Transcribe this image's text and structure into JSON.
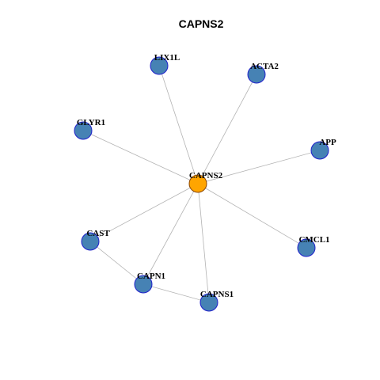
{
  "title": "CAPNS2",
  "colors": {
    "hub_fill": "#FFA500",
    "hub_stroke": "#8B4500",
    "node_fill": "#4682B4",
    "node_stroke": "#1f1fcc",
    "edge": "#b3b3b3"
  },
  "nodes": [
    {
      "id": "CAPNS2",
      "label": "CAPNS2",
      "hub": true
    },
    {
      "id": "LIX1L",
      "label": "LIX1L"
    },
    {
      "id": "ACTA2",
      "label": "ACTA2"
    },
    {
      "id": "GLYR1",
      "label": "GLYR1"
    },
    {
      "id": "APP",
      "label": "APP"
    },
    {
      "id": "CAST",
      "label": "CAST"
    },
    {
      "id": "CMCL1",
      "label": "CMCL1"
    },
    {
      "id": "CAPN1",
      "label": "CAPN1"
    },
    {
      "id": "CAPNS1",
      "label": "CAPNS1"
    }
  ],
  "edges": [
    [
      "CAPNS2",
      "LIX1L"
    ],
    [
      "CAPNS2",
      "ACTA2"
    ],
    [
      "CAPNS2",
      "GLYR1"
    ],
    [
      "CAPNS2",
      "APP"
    ],
    [
      "CAPNS2",
      "CAST"
    ],
    [
      "CAPNS2",
      "CMCL1"
    ],
    [
      "CAPNS2",
      "CAPN1"
    ],
    [
      "CAPNS2",
      "CAPNS1"
    ],
    [
      "CAST",
      "CAPN1"
    ],
    [
      "CAPN1",
      "CAPNS1"
    ]
  ]
}
